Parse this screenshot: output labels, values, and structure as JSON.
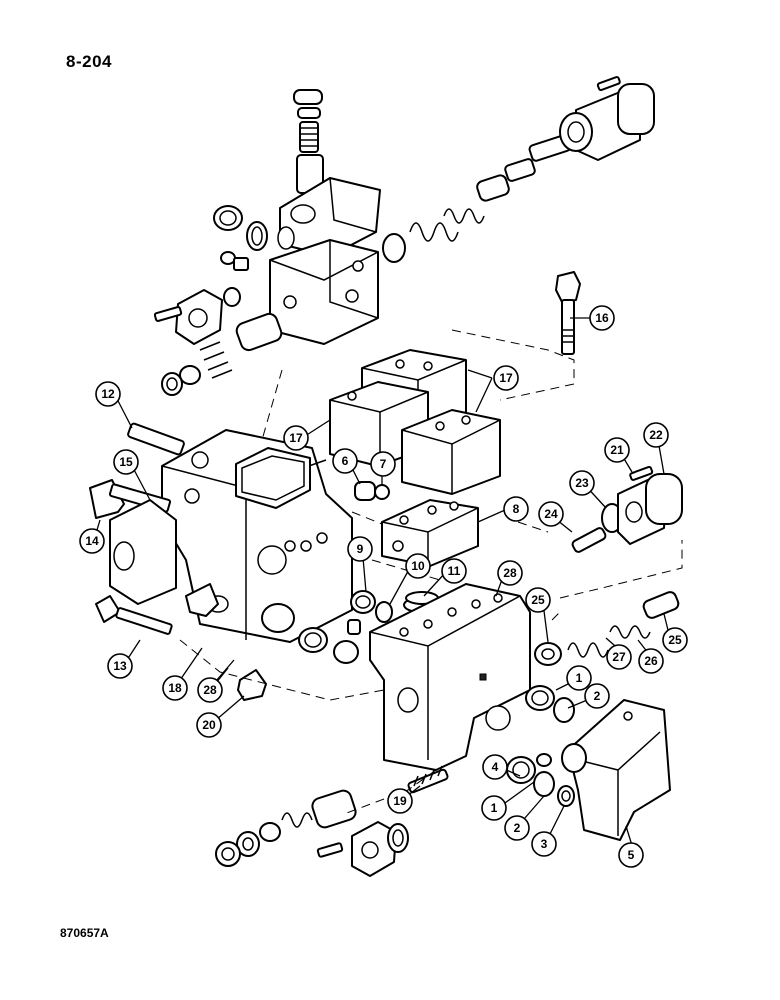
{
  "page_number": "8-204",
  "figure_code": "870657A",
  "callouts": [
    {
      "label": "1"
    },
    {
      "label": "2"
    },
    {
      "label": "3"
    },
    {
      "label": "4"
    },
    {
      "label": "5"
    },
    {
      "label": "6"
    },
    {
      "label": "7"
    },
    {
      "label": "8"
    },
    {
      "label": "9"
    },
    {
      "label": "10"
    },
    {
      "label": "11"
    },
    {
      "label": "12"
    },
    {
      "label": "13"
    },
    {
      "label": "14"
    },
    {
      "label": "15"
    },
    {
      "label": "16"
    },
    {
      "label": "17"
    },
    {
      "label": "17"
    },
    {
      "label": "18"
    },
    {
      "label": "19"
    },
    {
      "label": "20"
    },
    {
      "label": "21"
    },
    {
      "label": "22"
    },
    {
      "label": "23"
    },
    {
      "label": "24"
    },
    {
      "label": "25"
    },
    {
      "label": "25"
    },
    {
      "label": "26"
    },
    {
      "label": "27"
    },
    {
      "label": "28"
    },
    {
      "label": "28"
    },
    {
      "label": "1"
    },
    {
      "label": "2"
    }
  ]
}
